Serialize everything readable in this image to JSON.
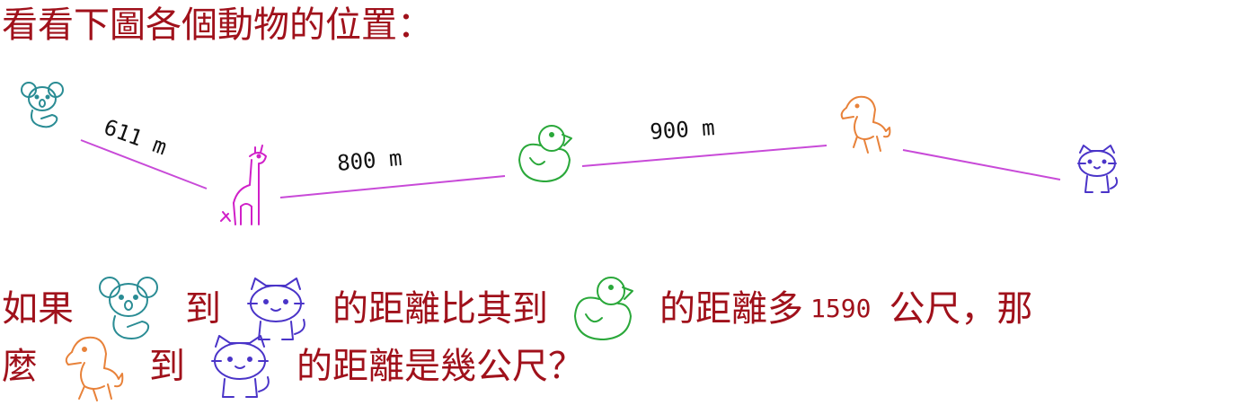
{
  "title": "看看下圖各個動物的位置：",
  "animals": {
    "koala": {
      "icon": "koala-icon",
      "color": "#2a8c94"
    },
    "giraffe": {
      "icon": "giraffe-icon",
      "color": "#d020c8"
    },
    "duck": {
      "icon": "duck-icon",
      "color": "#2aa83a"
    },
    "horse": {
      "icon": "horse-icon",
      "color": "#e8823a"
    },
    "cat": {
      "icon": "cat-icon",
      "color": "#4a34c8"
    }
  },
  "line_color": "#c84ad8",
  "distances": [
    {
      "from": "koala",
      "to": "giraffe",
      "label": "611 m"
    },
    {
      "from": "giraffe",
      "to": "duck",
      "label": "800 m"
    },
    {
      "from": "duck",
      "to": "horse",
      "label": "900 m"
    },
    {
      "from": "horse",
      "to": "cat",
      "label": ""
    }
  ],
  "question": {
    "line1": {
      "t1": "如果",
      "t2": "到",
      "t3": "的距離比其到",
      "t4": "的距離多",
      "number": "1590",
      "t5": "公尺，那"
    },
    "line2": {
      "t1": "麼",
      "t2": "到",
      "t3": "的距離是幾公尺？"
    }
  },
  "text_color": "#a0111b"
}
